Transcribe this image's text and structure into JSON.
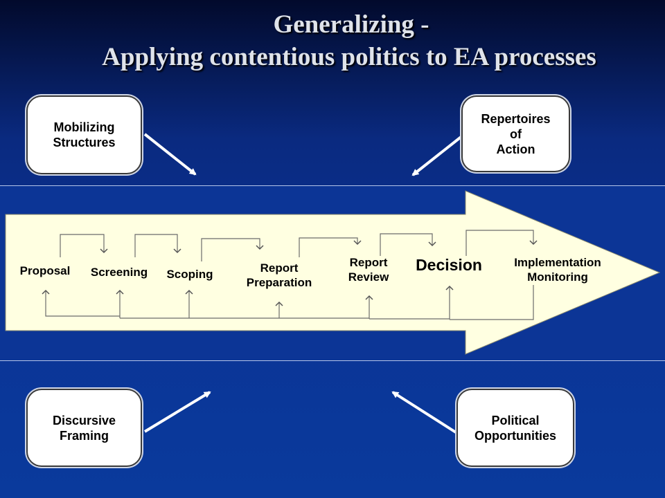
{
  "title": {
    "line1": "Generalizing -",
    "line2": "Applying contentious politics to EA processes"
  },
  "boxes": {
    "mobilizing": "Mobilizing\nStructures",
    "repertoires": "Repertoires\nof\nAction",
    "discursive": "Discursive\nFraming",
    "political": "Political\nOpportunities"
  },
  "stages": {
    "proposal": "Proposal",
    "screening": "Screening",
    "scoping": "Scoping",
    "report_preparation": "Report\nPreparation",
    "report_review": "Report\nReview",
    "decision": "Decision",
    "implementation": "Implementation\nMonitoring"
  },
  "colors": {
    "arrow_fill": "#ffffe1",
    "band": "#0c3596",
    "box_fill": "#ffffff"
  }
}
